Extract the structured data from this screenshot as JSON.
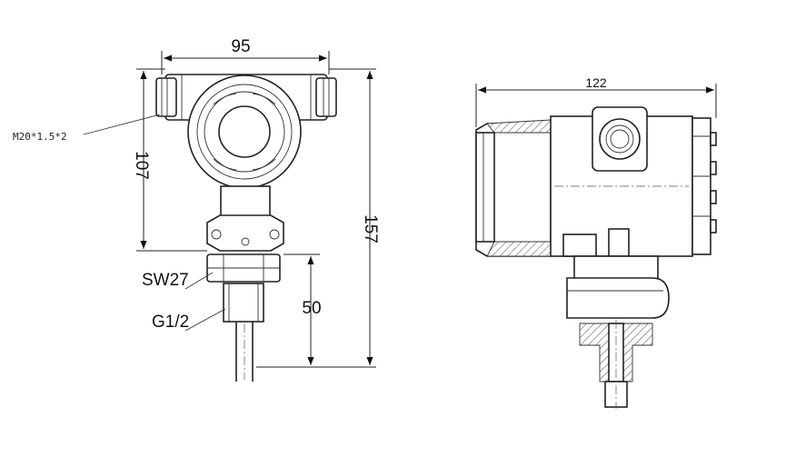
{
  "front_view": {
    "width_dim": "95",
    "upper_height_dim": "107",
    "total_height_dim": "157",
    "fitting_height_dim": "50",
    "thread_callout": "M20*1.5*2",
    "wrench_callout": "SW27",
    "process_thread_callout": "G1/2"
  },
  "side_view": {
    "depth_dim": "122"
  }
}
